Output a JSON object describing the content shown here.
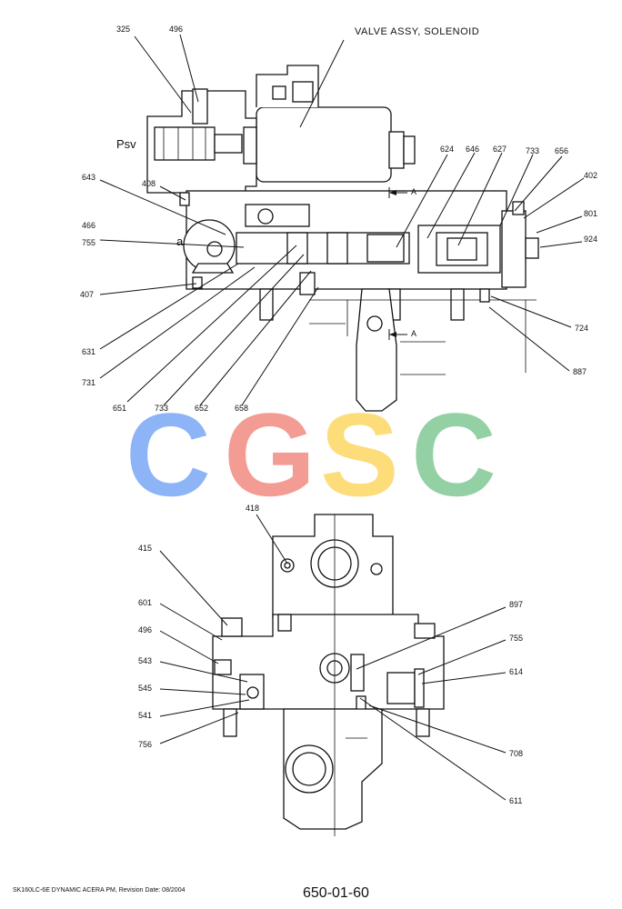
{
  "title": "VALVE ASSY, SOLENOID",
  "psv_label": "Psv",
  "point_label": "a",
  "section_mark": "A",
  "callouts_top": {
    "c325": "325",
    "c496": "496",
    "c643": "643",
    "c408": "408",
    "c466": "466",
    "c755": "755",
    "c407": "407",
    "c631": "631",
    "c731": "731",
    "c651": "651",
    "c733b": "733",
    "c652": "652",
    "c658": "658",
    "c624": "624",
    "c646": "646",
    "c627": "627",
    "c733": "733",
    "c656": "656",
    "c402": "402",
    "c801": "801",
    "c924": "924",
    "c724": "724",
    "c887": "887"
  },
  "callouts_bottom": {
    "c418": "418",
    "c415": "415",
    "c601": "601",
    "c496": "496",
    "c543": "543",
    "c545": "545",
    "c541": "541",
    "c756": "756",
    "c897": "897",
    "c755": "755",
    "c614": "614",
    "c708": "708",
    "c611": "611"
  },
  "watermark": {
    "letters": [
      "C",
      "G",
      "S",
      "C"
    ],
    "colors": [
      "#7aa7f5",
      "#f28b82",
      "#fdd663",
      "#81c995"
    ]
  },
  "footer": {
    "model_line": "SK160LC-6E DYNAMIC ACERA PM, Revision Date: 08/2004",
    "page_number": "650-01-60"
  }
}
